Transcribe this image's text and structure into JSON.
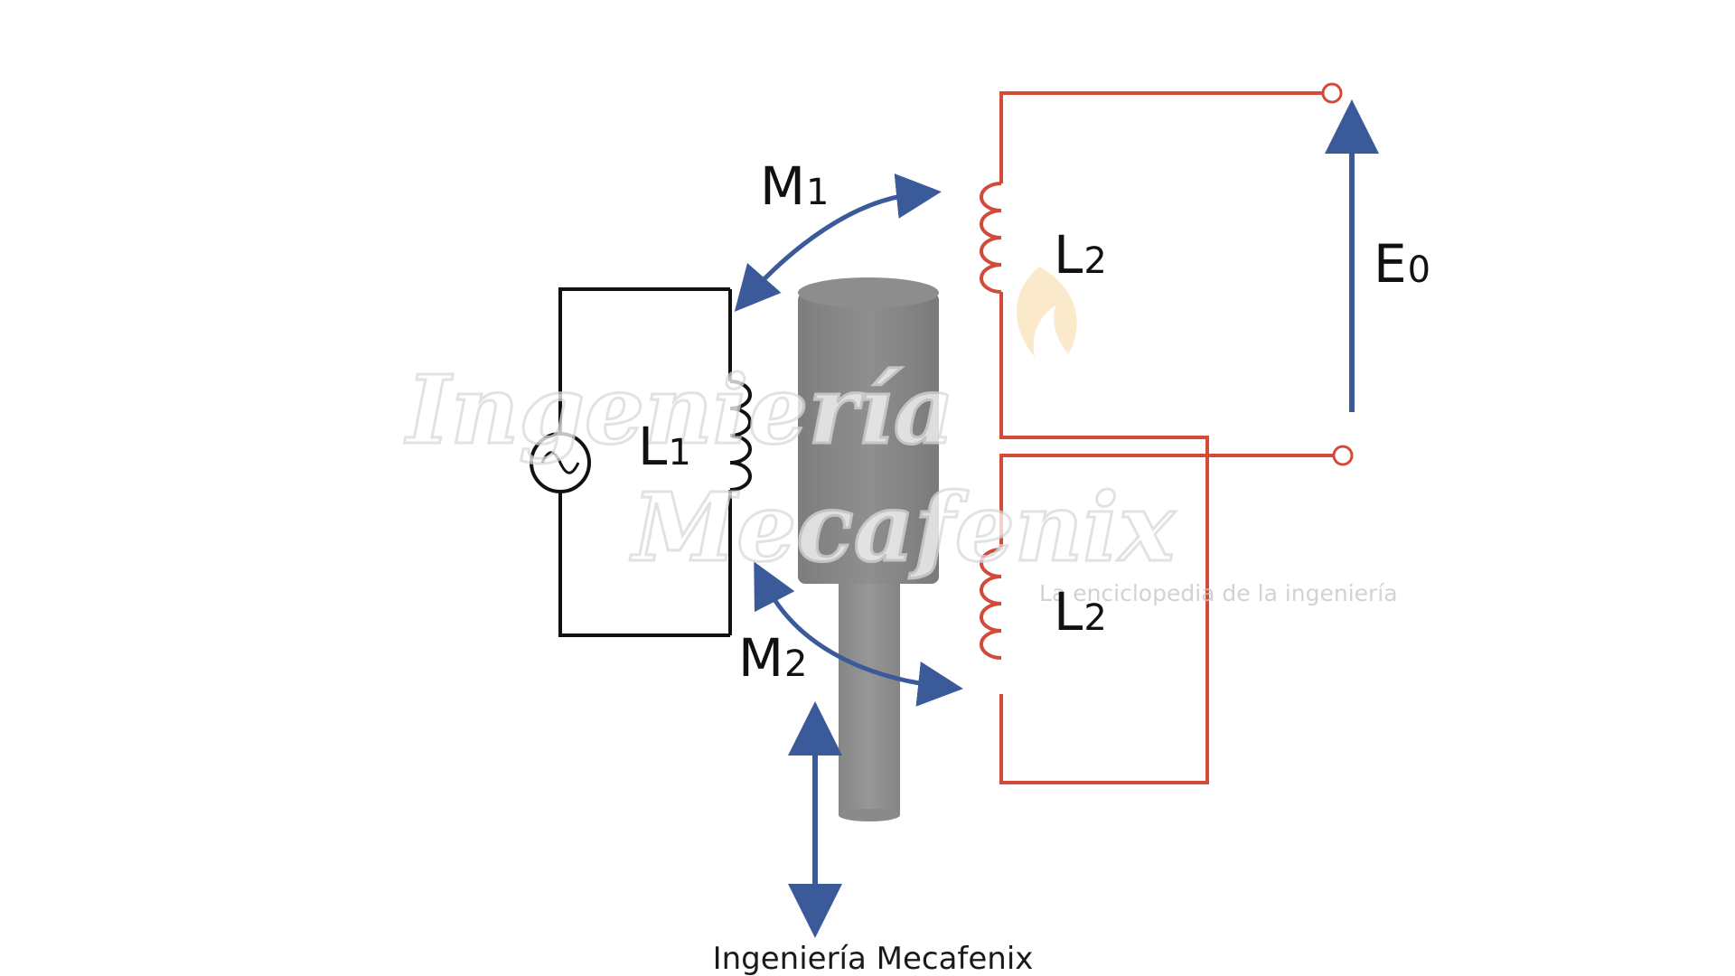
{
  "labels": {
    "l1": {
      "main": "L",
      "sub": "1"
    },
    "l2_top": {
      "main": "L",
      "sub": "2"
    },
    "l2_bottom": {
      "main": "L",
      "sub": "2"
    },
    "m1": {
      "main": "M",
      "sub": "1"
    },
    "m2": {
      "main": "M",
      "sub": "2"
    },
    "e0": {
      "main": "E",
      "sub": "0"
    }
  },
  "caption": "Ingeniería Mecafenix",
  "watermark": {
    "line1": "Ingeniería",
    "line2": "Mecafenix",
    "tagline": "La enciclopedia de la ingeniería"
  },
  "colors": {
    "primary_circuit": "#111111",
    "secondary_circuit": "#d24a3a",
    "arrows": "#3a5a9a",
    "core": "#858585"
  }
}
